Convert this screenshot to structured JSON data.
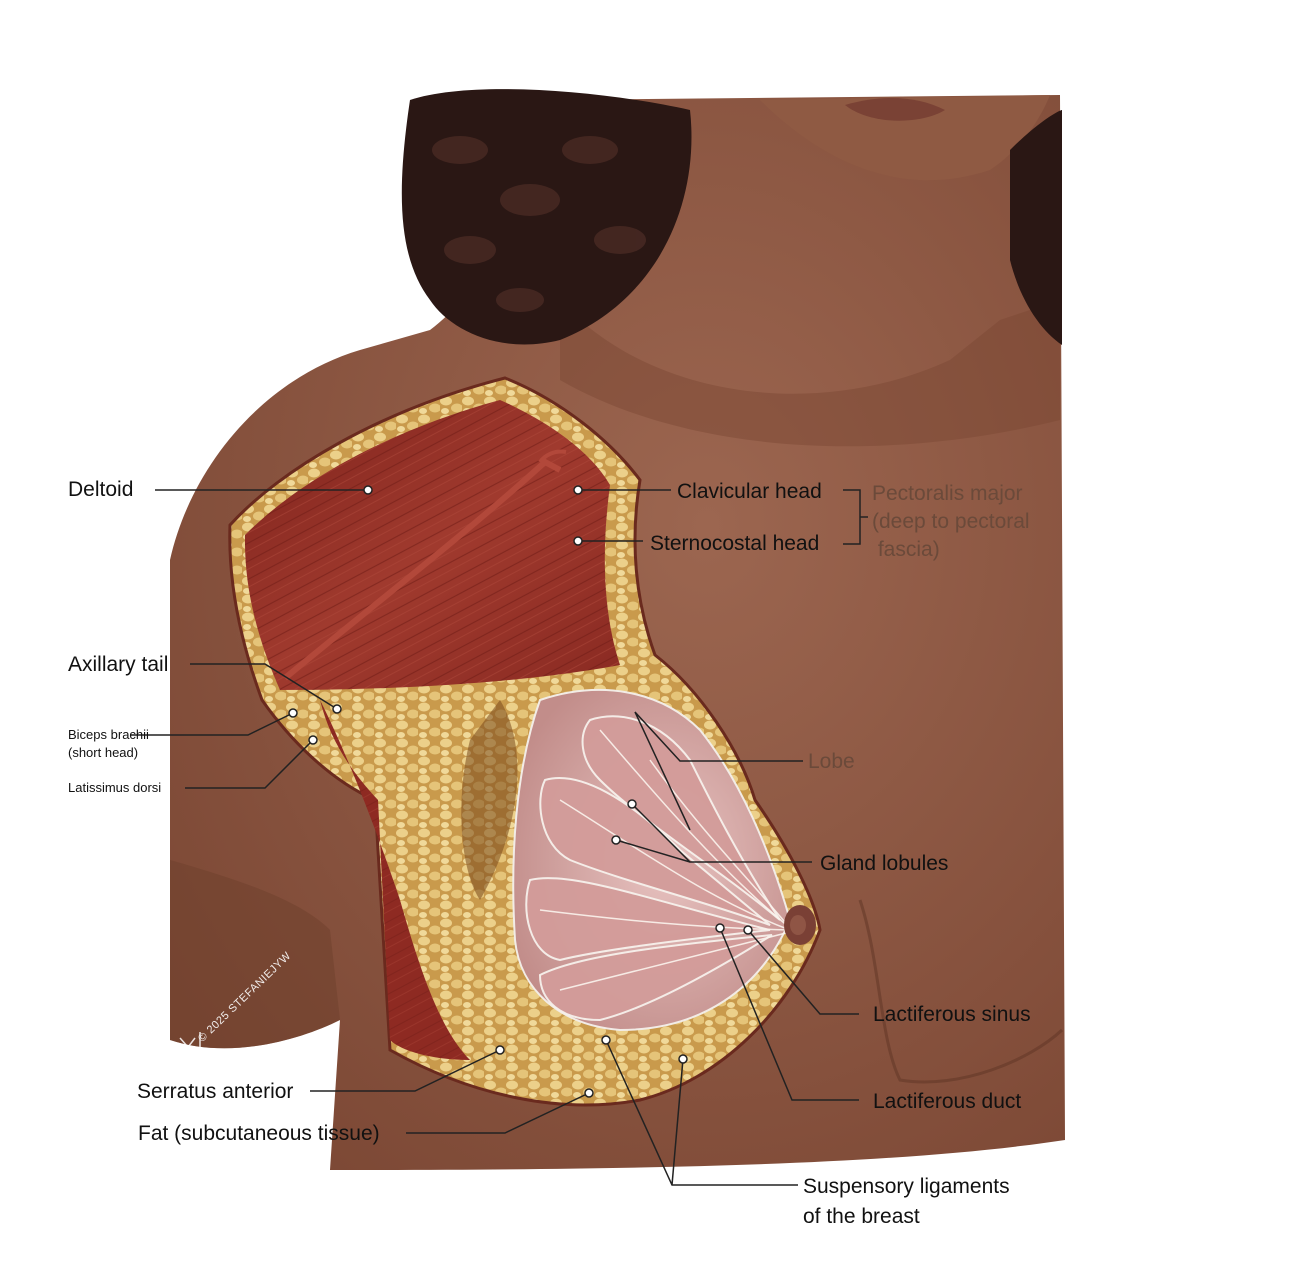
{
  "labels": {
    "deltoid": "Deltoid",
    "clavicular_head": "Clavicular head",
    "sternocostal_head": "Sternocostal head",
    "pectoralis_major": [
      "Pectoralis major",
      "(deep to pectoral",
      " fascia)"
    ],
    "axillary_tail": "Axillary tail",
    "biceps_brachii": [
      "Biceps brachii",
      "(short head)"
    ],
    "latissimus_dorsi": "Latissimus dorsi",
    "lobe": "Lobe",
    "gland_lobules": "Gland lobules",
    "lactiferous_sinus": "Lactiferous sinus",
    "lactiferous_duct": "Lactiferous duct",
    "serratus_anterior": "Serratus anterior",
    "fat": "Fat (subcutaneous tissue)",
    "suspensory_ligaments": [
      "Suspensory ligaments",
      "of the breast"
    ]
  },
  "watermark": "© 2025 STEFANIEJYW",
  "colors": {
    "skin": "#8f5a43",
    "skin_dark": "#6e3f2c",
    "hair": "#2a1714",
    "muscle": "#8e2a22",
    "fat": "#d9b466",
    "gland": "#d7a9a8",
    "leader": "#222222",
    "group_label": "#6b4a3a"
  }
}
